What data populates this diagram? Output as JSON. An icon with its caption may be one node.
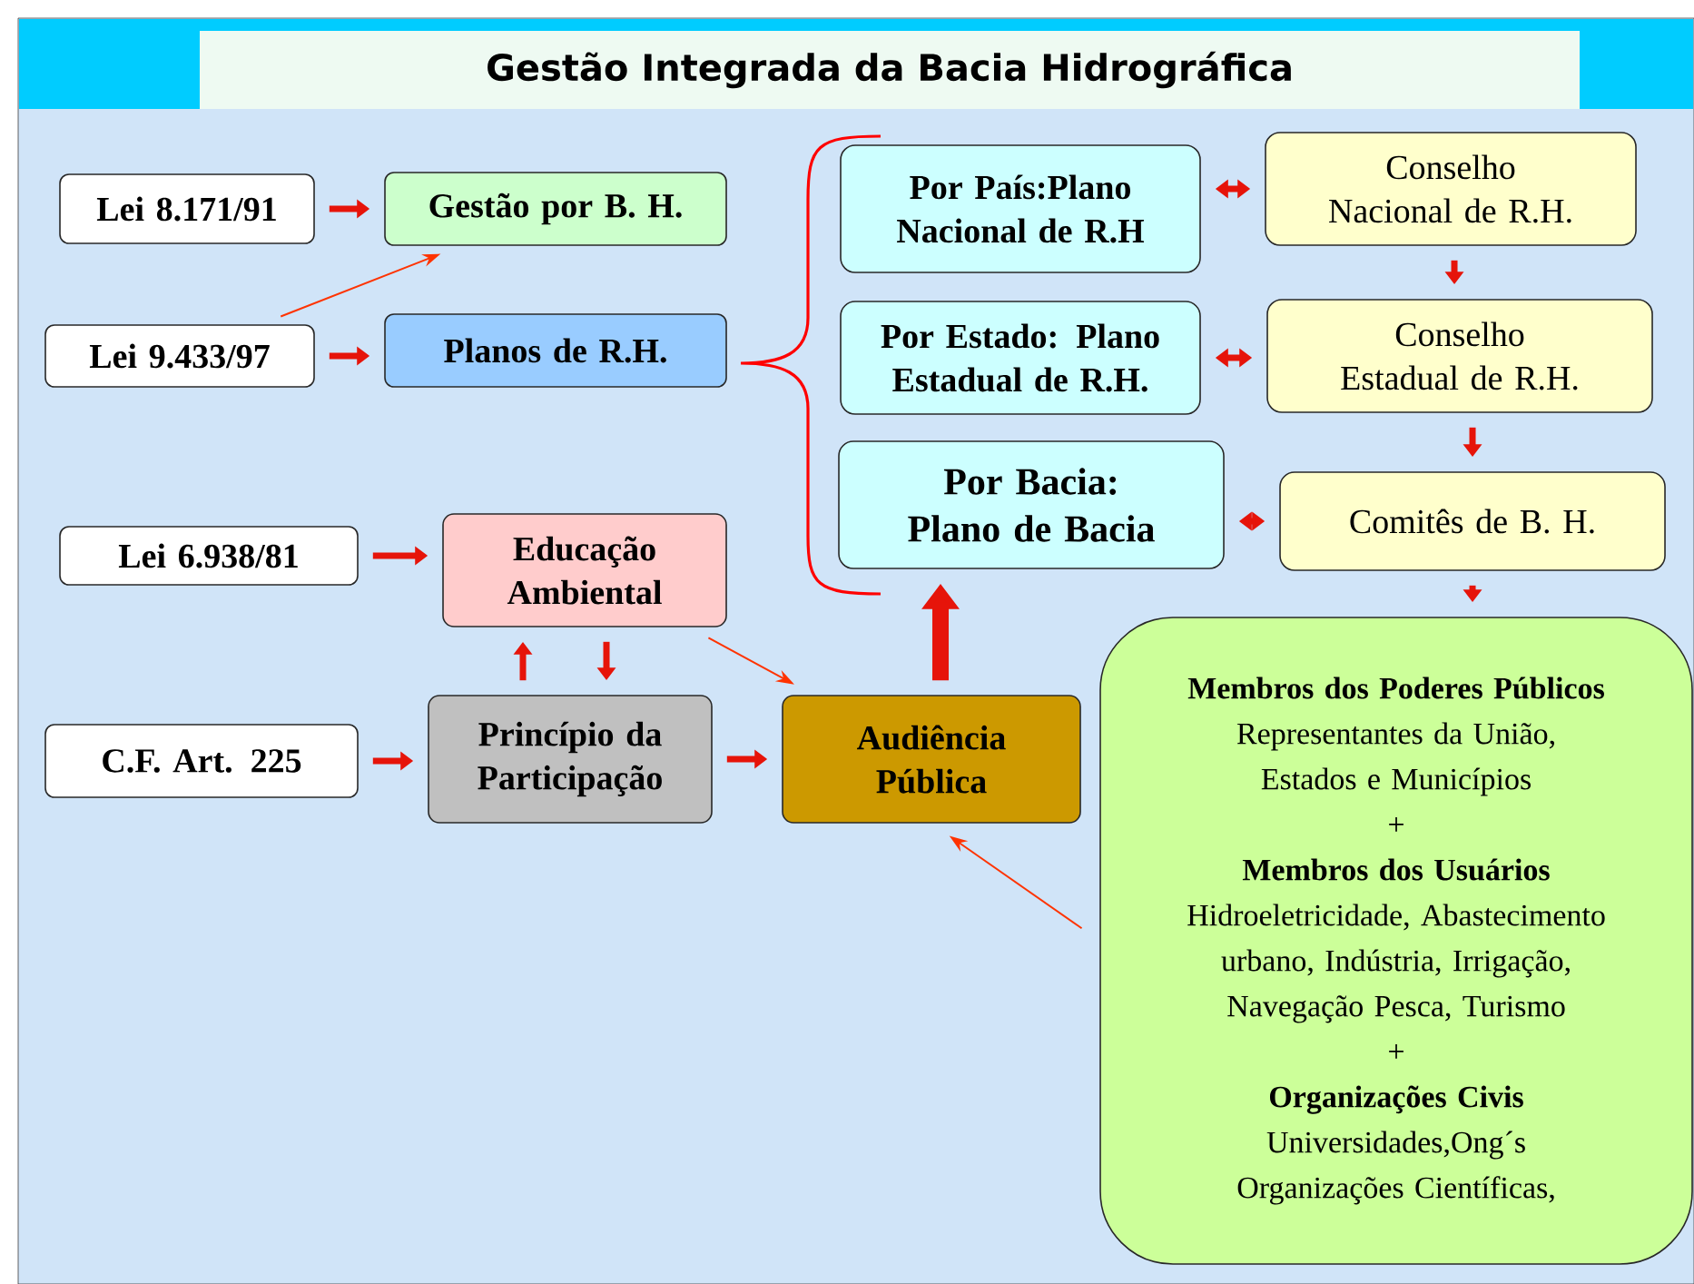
{
  "diagram": {
    "title": "Gestão Integrada da Bacia Hidrográfica",
    "nodes": [
      {
        "text": [
          "Lei 8.171/91"
        ]
      },
      {
        "text": [
          "Gestão por B. H."
        ]
      },
      {
        "text": [
          "Lei 9.433/97"
        ]
      },
      {
        "text": [
          "Planos de R.H."
        ]
      },
      {
        "text": [
          "Lei 6.938/81"
        ]
      },
      {
        "text": [
          "Educação Ambiental"
        ]
      },
      {
        "text": [
          "C.F. Art. 225"
        ]
      },
      {
        "text": [
          "Princípio da Participação"
        ]
      },
      {
        "text": [
          "Audiência Pública"
        ]
      },
      {
        "text": [
          "Por País:Plano Nacional de R.H"
        ]
      },
      {
        "text": [
          "Conselho Nacional de R.H."
        ]
      },
      {
        "text": [
          "Por Estado: Plano Estadual de R.H."
        ]
      },
      {
        "text": [
          "Conselho Estadual de R.H."
        ]
      },
      {
        "text": [
          "Por Bacia: Plano de Bacia"
        ]
      },
      {
        "text": [
          "Comitês de B. H."
        ]
      },
      {
        "text": [
          "Membros dos Poderes Públicos",
          "Representantes da União, Estados e Municípios",
          "+",
          "Membros dos Usuários",
          "Hidroeletricidade, Abastecimento urbano, Indústria, Irrigação, Navegação Pesca, Turismo",
          "+",
          "Organizações Civis",
          "Universidades,Ong´s Organizações Científicas,"
        ]
      }
    ],
    "edges": [
      {
        "from": 0,
        "to": 1,
        "arrow": "to"
      },
      {
        "from": 2,
        "to": 1,
        "arrow": "to",
        "color": "#ff3300"
      },
      {
        "from": 2,
        "to": 3,
        "arrow": "to"
      },
      {
        "from": 4,
        "to": 5,
        "arrow": "to"
      },
      {
        "from": 6,
        "to": 7,
        "arrow": "to"
      },
      {
        "from": 7,
        "to": 5,
        "arrow": "to"
      },
      {
        "from": 5,
        "to": 7,
        "arrow": "to"
      },
      {
        "from": 7,
        "to": 8,
        "arrow": "to"
      },
      {
        "from": 5,
        "to": 8,
        "arrow": "to",
        "color": "#ff3300"
      },
      {
        "from": 8,
        "to": 13,
        "arrow": "to",
        "style": "thick"
      },
      {
        "from": 15,
        "to": 8,
        "arrow": "to",
        "color": "#ff3300"
      },
      {
        "from": 9,
        "to": 10,
        "arrow": "both"
      },
      {
        "from": 11,
        "to": 12,
        "arrow": "both"
      },
      {
        "from": 13,
        "to": 14,
        "arrow": "both"
      },
      {
        "from": 10,
        "to": 12,
        "arrow": "to"
      },
      {
        "from": 12,
        "to": 14,
        "arrow": "to"
      },
      {
        "from": 14,
        "to": 15,
        "arrow": "to"
      }
    ]
  }
}
